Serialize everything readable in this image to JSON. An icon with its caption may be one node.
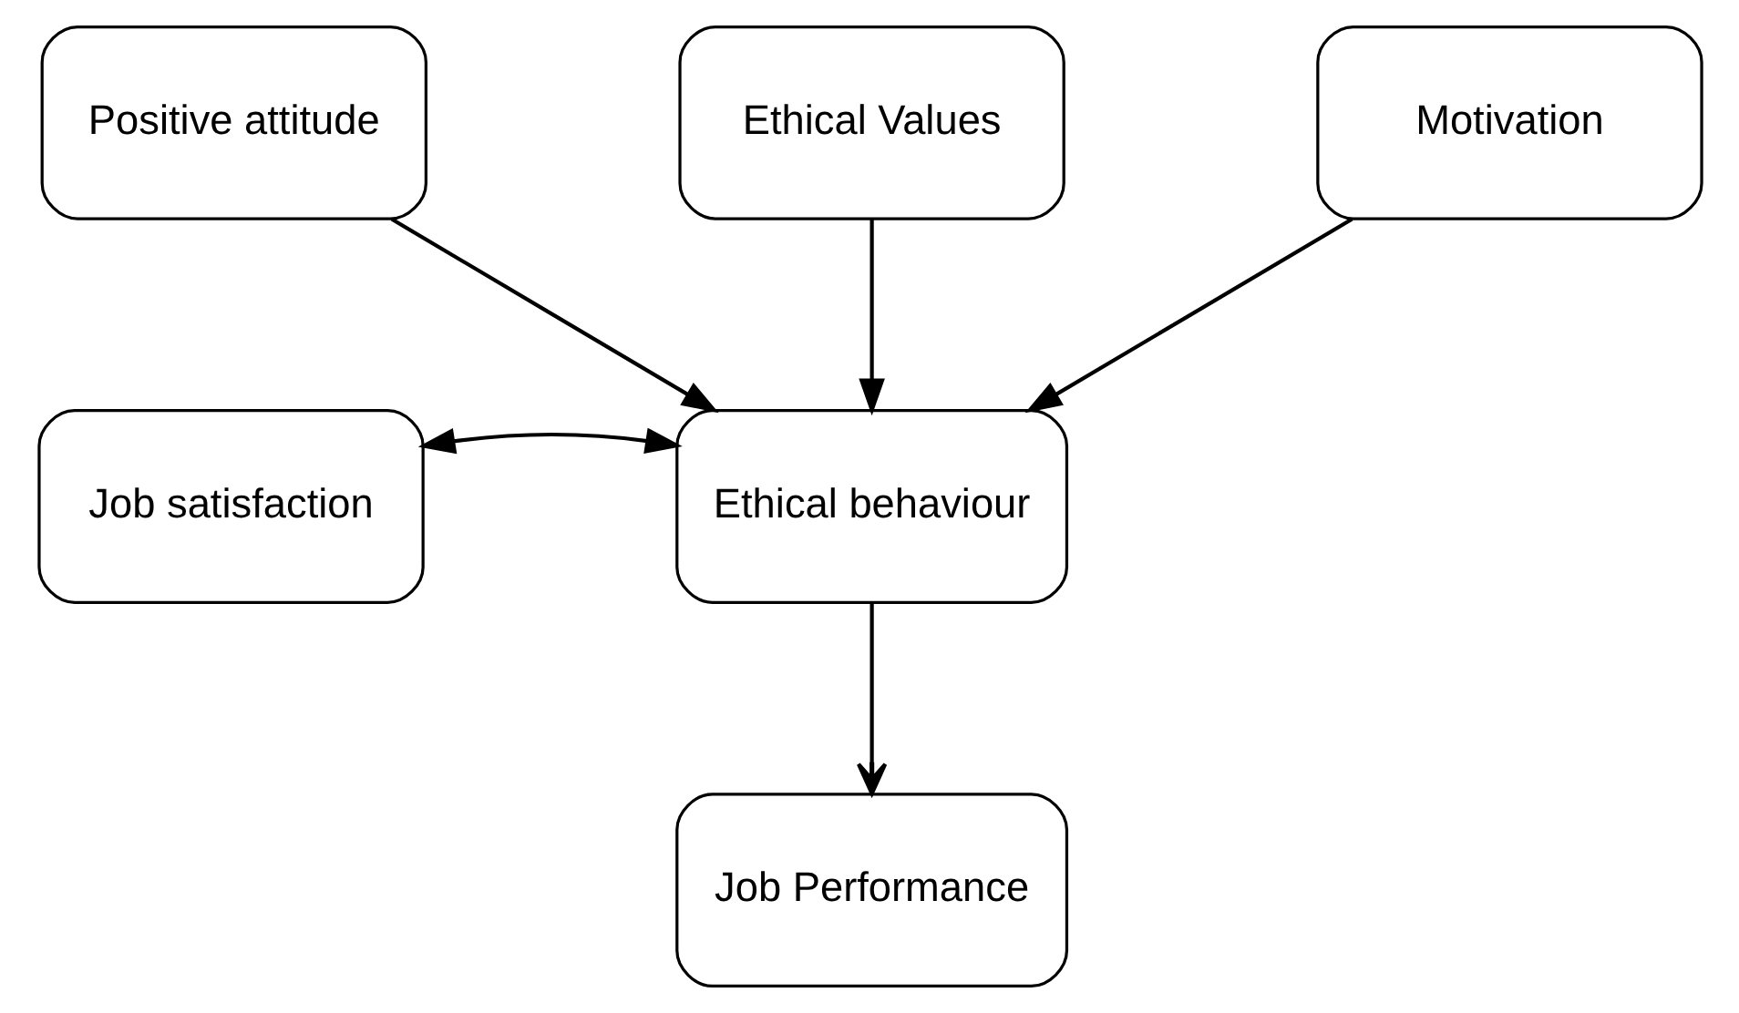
{
  "diagram": {
    "nodes": [
      {
        "text": [
          "Positive attitude"
        ]
      },
      {
        "text": [
          "Ethical Values"
        ]
      },
      {
        "text": [
          "Motivation"
        ]
      },
      {
        "text": [
          "Job satisfaction"
        ]
      },
      {
        "text": [
          "Ethical behaviour"
        ]
      },
      {
        "text": [
          "Job Performance"
        ]
      }
    ],
    "edges": [
      {
        "from": 0,
        "to": 4,
        "arrow": "to"
      },
      {
        "from": 1,
        "to": 4,
        "arrow": "to"
      },
      {
        "from": 2,
        "to": 4,
        "arrow": "to"
      },
      {
        "from": 3,
        "to": 4,
        "arrow": "both"
      },
      {
        "from": 4,
        "to": 5,
        "arrow": "to"
      }
    ]
  }
}
